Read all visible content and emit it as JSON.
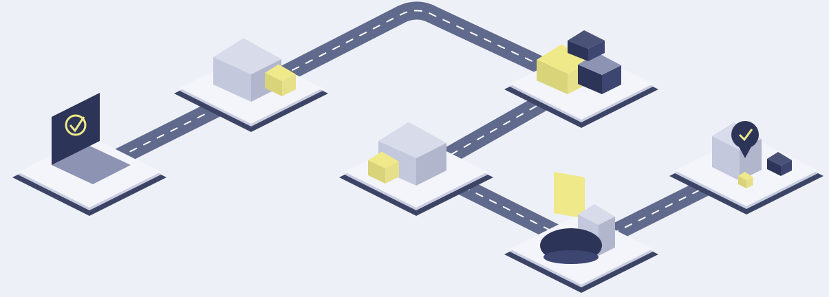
{
  "colors": {
    "background": "#eef0f7",
    "road": "#5f6a8c",
    "road_marking": "#ffffff",
    "platform_top": "#f4f5fa",
    "platform_side": "#c9cde0",
    "platform_base": "#3c4466",
    "building": "#c3c8dd",
    "building_dark": "#8d94b3",
    "accent_yellow": "#efe98a",
    "navy": "#2c3457"
  },
  "nodes": [
    {
      "id": "laptop",
      "icon": "laptop-checkmark-icon"
    },
    {
      "id": "warehouse-origin",
      "icon": "warehouse-icon"
    },
    {
      "id": "truck-fleet",
      "icon": "truck-fleet-icon"
    },
    {
      "id": "distribution-center",
      "icon": "warehouse-truck-icon"
    },
    {
      "id": "courier-document",
      "icon": "document-cap-icon"
    },
    {
      "id": "home-delivery",
      "icon": "house-location-pin-icon"
    }
  ]
}
